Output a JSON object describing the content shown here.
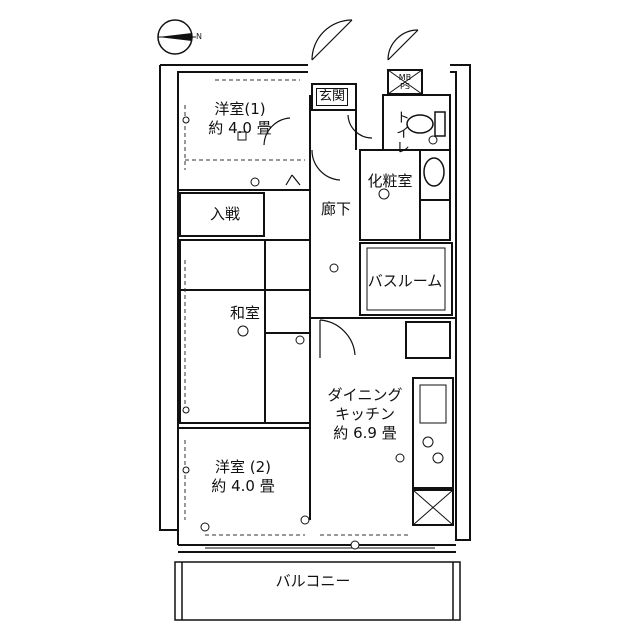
{
  "rooms": {
    "western_room_1": {
      "name": "洋室(1)",
      "size": "約 4.0 畳"
    },
    "entrance": {
      "name": "玄関"
    },
    "toilet": {
      "name": "トイレ"
    },
    "washroom": {
      "name": "化粧室"
    },
    "hallway": {
      "name": "廊下"
    },
    "closet": {
      "name": "入戦"
    },
    "japanese_room": {
      "name": "和室"
    },
    "bathroom": {
      "name": "バスルーム"
    },
    "dining_kitchen": {
      "name_line1": "ダイニング",
      "name_line2": "キッチン",
      "size": "約 6.9 畳"
    },
    "western_room_2": {
      "name": "洋室 (2)",
      "size": "約 4.0 畳"
    },
    "balcony": {
      "name": "バルコニー"
    }
  },
  "fixtures": {
    "meter_box": {
      "line1": "MB",
      "line2": "PS"
    }
  },
  "compass": {
    "label": "N"
  },
  "colors": {
    "line": "#111111",
    "grid_dash": "#333333",
    "background": "#ffffff"
  }
}
